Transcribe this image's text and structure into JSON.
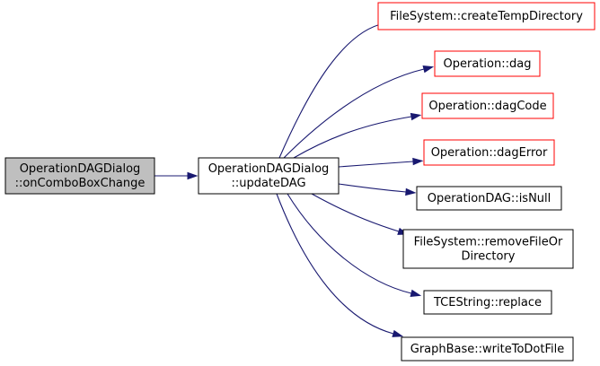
{
  "colors": {
    "edge": "#191970",
    "node_border_default": "#000000",
    "node_border_red": "#ff0000",
    "root_fill": "#bfbfbf",
    "node_fill": "#ffffff"
  },
  "nodes": [
    {
      "id": "root",
      "lines": [
        "OperationDAGDialog",
        "::onComboBoxChange"
      ],
      "style": "root"
    },
    {
      "id": "update",
      "lines": [
        "OperationDAGDialog",
        "::updateDAG"
      ],
      "style": "default"
    },
    {
      "id": "createtemp",
      "lines": [
        "FileSystem::createTempDirectory"
      ],
      "style": "red"
    },
    {
      "id": "dag",
      "lines": [
        "Operation::dag"
      ],
      "style": "red"
    },
    {
      "id": "dagcode",
      "lines": [
        "Operation::dagCode"
      ],
      "style": "red"
    },
    {
      "id": "dagerror",
      "lines": [
        "Operation::dagError"
      ],
      "style": "red"
    },
    {
      "id": "isnull",
      "lines": [
        "OperationDAG::isNull"
      ],
      "style": "default"
    },
    {
      "id": "removefile",
      "lines": [
        "FileSystem::removeFileOr",
        "Directory"
      ],
      "style": "default"
    },
    {
      "id": "replace",
      "lines": [
        "TCEString::replace"
      ],
      "style": "default"
    },
    {
      "id": "writedot",
      "lines": [
        "GraphBase::writeToDotFile"
      ],
      "style": "default"
    }
  ],
  "edges": [
    {
      "from": "root",
      "to": "update"
    },
    {
      "from": "update",
      "to": "createtemp"
    },
    {
      "from": "update",
      "to": "dag"
    },
    {
      "from": "update",
      "to": "dagcode"
    },
    {
      "from": "update",
      "to": "dagerror"
    },
    {
      "from": "update",
      "to": "isnull"
    },
    {
      "from": "update",
      "to": "removefile"
    },
    {
      "from": "update",
      "to": "replace"
    },
    {
      "from": "update",
      "to": "writedot"
    }
  ]
}
